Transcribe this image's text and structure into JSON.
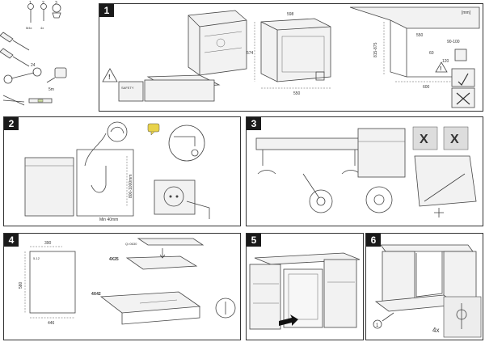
{
  "panels": [
    {
      "number": "1"
    },
    {
      "number": "2"
    },
    {
      "number": "3"
    },
    {
      "number": "4"
    },
    {
      "number": "5"
    },
    {
      "number": "6"
    }
  ],
  "toolbox": {
    "screw_labels": [
      "1",
      "2",
      "3"
    ],
    "screw_captions": [
      "M4x",
      "4x"
    ],
    "tape_length": "5m",
    "wrench_size": "24"
  },
  "panel1": {
    "unit": "[mm]",
    "card_title": "SAFETY",
    "dims_side": [
      "598",
      "574",
      "550"
    ],
    "dims_niche": [
      "815-875",
      "550",
      "600",
      "90-100",
      "120",
      "60"
    ]
  },
  "panel2": {
    "dims": [
      "Min 40mm",
      "800-1000mm"
    ]
  },
  "panel3": {
    "x_marks": [
      "X",
      "X"
    ]
  },
  "panel4": {
    "dims": [
      "390",
      "5-12",
      "580",
      "446",
      "4X25",
      "4X42",
      "Q=0630"
    ]
  },
  "panel5": {},
  "panel6": {
    "count": "4x",
    "callout": "1"
  },
  "colors": {
    "panel_border": "#333333",
    "number_badge": "#1a1a1a",
    "line": "#444444",
    "x_mark_box": "#dddddd",
    "accent_yellow": "#e8d24a"
  }
}
